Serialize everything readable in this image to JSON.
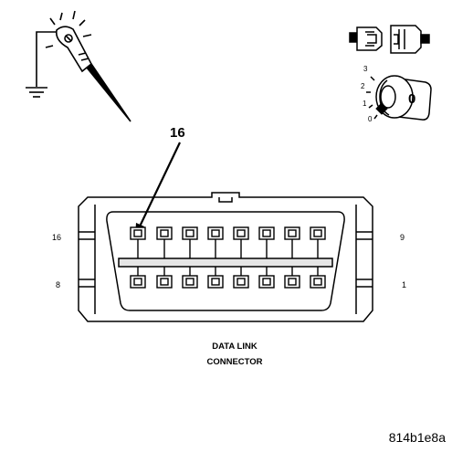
{
  "callout": {
    "pin_number": "16"
  },
  "connector": {
    "left_top_label": "16",
    "left_bottom_label": "8",
    "right_top_label": "9",
    "right_bottom_label": "1",
    "caption_line1": "DATA LINK",
    "caption_line2": "CONNECTOR"
  },
  "ignition": {
    "key_label": "0",
    "positions": [
      "3",
      "2",
      "1",
      "0"
    ]
  },
  "figure_id": "814b1e8a"
}
